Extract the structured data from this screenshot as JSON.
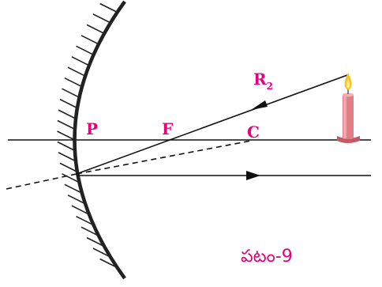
{
  "labels": {
    "pole": "P",
    "focus": "F",
    "centre": "C",
    "ray_letter": "R",
    "ray_sub": "2"
  },
  "caption": "పటం-9",
  "colors": {
    "label": "#e6007e",
    "line": "#111111",
    "candle_body": "#e27d88",
    "flame": "#f7c325"
  },
  "icons": {
    "object": "candle-icon",
    "mirror": "concave-mirror"
  }
}
